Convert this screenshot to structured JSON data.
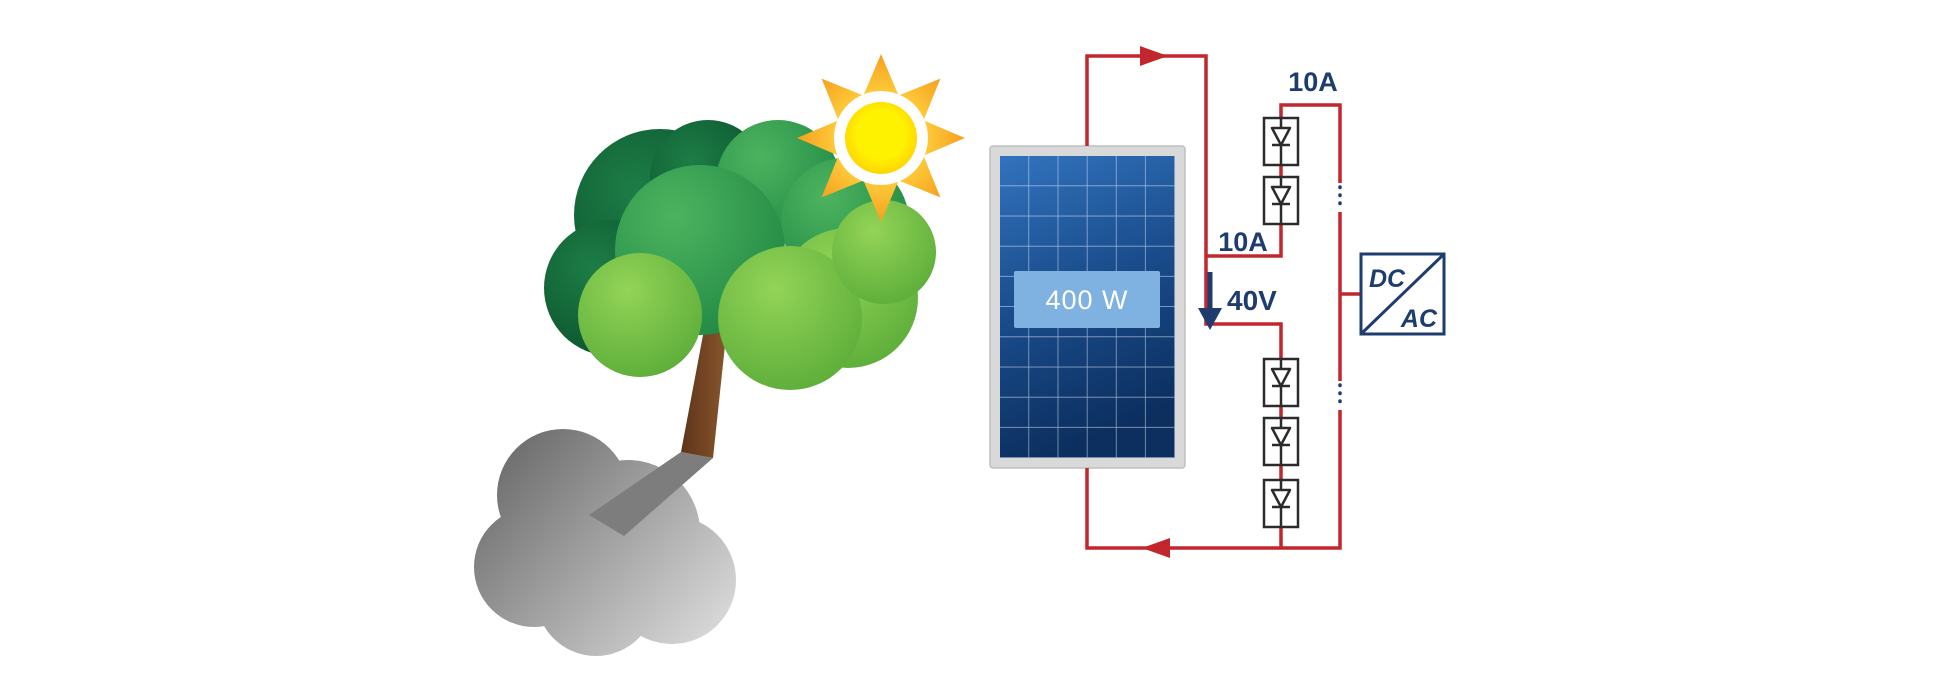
{
  "panel": {
    "power_label": "400 W"
  },
  "labels": {
    "string_current_top": "10A",
    "string_current_mid": "10A",
    "panel_voltage": "40V",
    "inverter_dc": "DC",
    "inverter_ac": "AC"
  },
  "icons": {
    "sun": "sun-icon",
    "tree": "tree-icon",
    "shadow_cloud": "shadow-cloud-icon",
    "solar_cell": "solar-cell-diode-icon",
    "inverter": "dc-ac-inverter-icon",
    "current_arrow_right": "current-arrow-right-icon",
    "current_arrow_left": "current-arrow-left-icon",
    "voltage_arrow_down": "voltage-arrow-down-icon"
  },
  "colors": {
    "wire_red": "#c1272d",
    "navy": "#1e3d6e",
    "panel_frame": "#d9d9d9",
    "panel_blue": "#164a86",
    "power_box_blue": "#7fb2e0",
    "sun_yellow": "#ffe70f",
    "sun_orange": "#f6a21f",
    "tree_green_dark": "#0d5c31",
    "tree_green_mid": "#2f9e4e",
    "tree_green_light": "#74c043",
    "trunk_brown": "#7a4a26",
    "shadow_gray": "#8f8f8f",
    "cell_outline": "#2b2b2b"
  }
}
